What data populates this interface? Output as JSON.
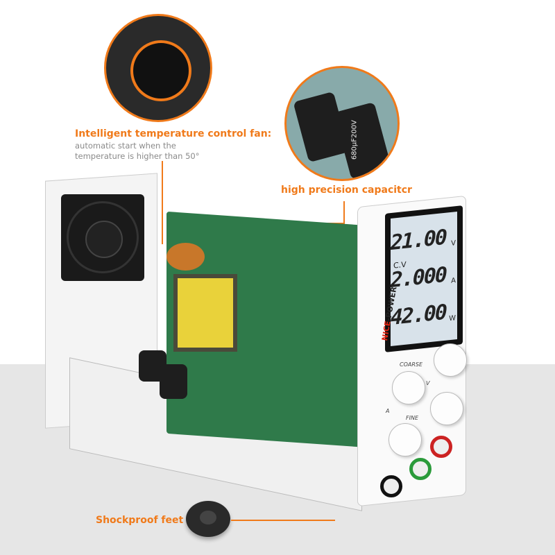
{
  "callouts": {
    "fan": {
      "title": "Intelligent temperature control fan:",
      "subtitle_line1": "automatic start when the",
      "subtitle_line2": "temperature is higher than 50°"
    },
    "capacitor": {
      "title": "high precision capacitcr",
      "capacitor_label": "680μF200V"
    },
    "feet": {
      "title": "Shockproof feet"
    }
  },
  "display": {
    "mode": "C.V",
    "voltage": "21.00",
    "voltage_unit": "V",
    "current": "2.000",
    "current_unit": "A",
    "power": "42.00",
    "power_unit": "W"
  },
  "panel": {
    "brand_a": "NICE",
    "brand_b": "-POWER",
    "coarse": "COARSE",
    "fine": "FINE",
    "v_label": "V",
    "a_label": "A"
  },
  "colors": {
    "accent": "#f07a1a",
    "floor": "#e6e6e6",
    "pcb": "#2f7a4a"
  }
}
